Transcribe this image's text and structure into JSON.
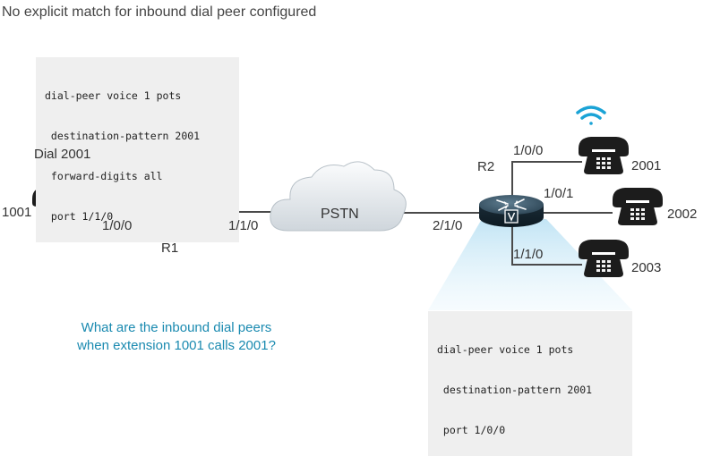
{
  "title": "No explicit match for inbound dial peer configured",
  "config_r1": [
    "dial-peer voice 1 pots",
    " destination-pattern 2001",
    " forward-digits all",
    " port 1/1/0"
  ],
  "config_r2": [
    "dial-peer voice 1 pots",
    " destination-pattern 2001",
    " port 1/0/0"
  ],
  "labels": {
    "dial": "Dial 2001",
    "phone_1001": "1001",
    "port_r1_left": "1/0/0",
    "router_r1": "R1",
    "port_r1_right": "1/1/0",
    "pstn": "PSTN",
    "port_r2_left": "2/1/0",
    "router_r2": "R2",
    "port_r2_top": "1/0/0",
    "port_r2_mid": "1/0/1",
    "port_r2_bottom": "1/1/0",
    "phone_2001": "2001",
    "phone_2002": "2002",
    "phone_2003": "2003",
    "router_badge": "V"
  },
  "question_lines": [
    "What are the inbound dial peers",
    "when extension 1001 calls 2001?"
  ],
  "icons": {
    "phone": "telephone-icon",
    "router": "voice-router-icon",
    "cloud": "pstn-cloud-icon",
    "wifi": "wifi-ringing-icon"
  },
  "colors": {
    "line": "#4a4a4a",
    "router_dark": "#1f3340",
    "router_top": "#3d5a6c",
    "phone": "#1c1c1c",
    "cloud_fill": "#dfe4e8",
    "beam": "#c9e8f5",
    "wifi": "#1aa3d6",
    "question": "#1a8ab0",
    "config_bg": "#efefef"
  }
}
